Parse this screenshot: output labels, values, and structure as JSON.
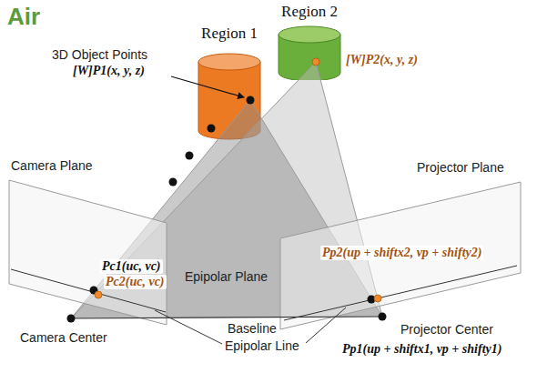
{
  "diagram": {
    "nodes": [
      {
        "text": [
          "Region 1"
        ]
      },
      {
        "text": [
          "Region 2"
        ]
      }
    ],
    "labels": [
      "Air",
      "3D Object Points",
      "[W]P1(x, y, z)",
      "[W]P2(x, y, z)",
      "Camera Plane",
      "Projector Plane",
      "Epipolar Plane",
      "Pc1(uc, vc)",
      "Pc2(uc, vc)",
      "Pp2(up + shiftx2, vp + shifty2)",
      "Baseline",
      "Camera Center",
      "Epipolar Line",
      "Projector Center",
      "Pp1(up + shiftx1, vp + shifty1)"
    ]
  }
}
